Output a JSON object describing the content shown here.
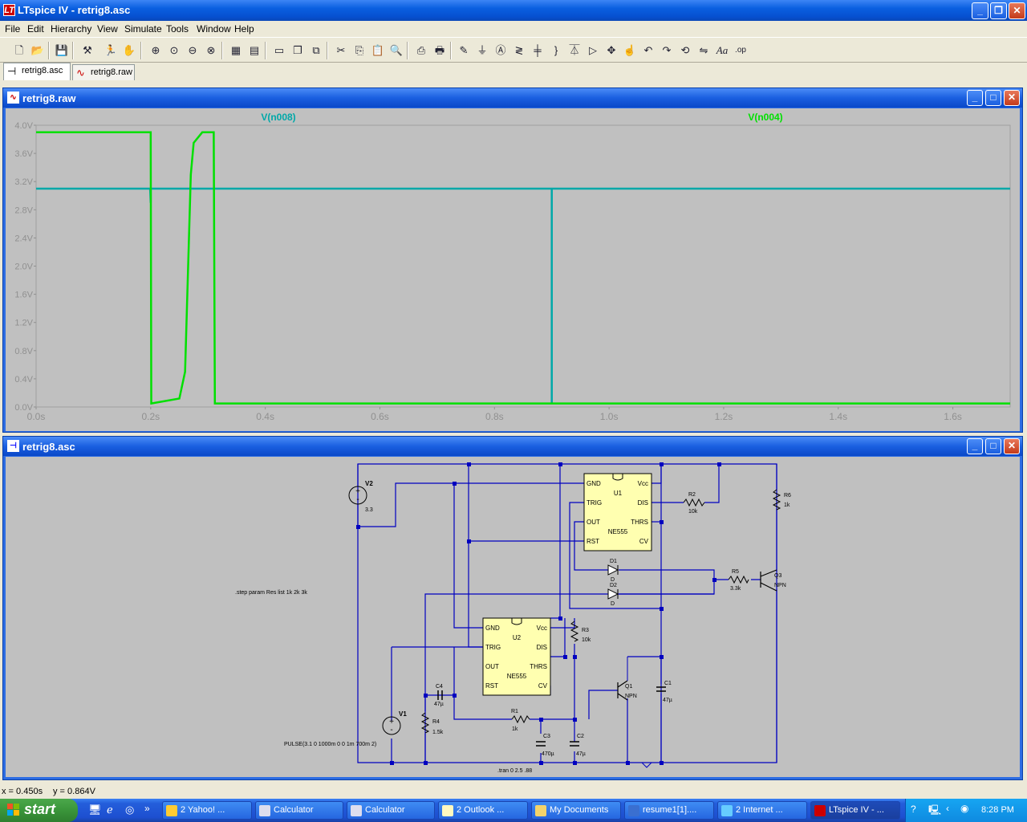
{
  "app": {
    "title": "LTspice IV - retrig8.asc",
    "icon": "ltspice-logo"
  },
  "menu": [
    "File",
    "Edit",
    "Hierarchy",
    "View",
    "Simulate",
    "Tools",
    "Window",
    "Help"
  ],
  "tabs": [
    {
      "label": "retrig8.asc",
      "icon": "schematic-icon",
      "active": true
    },
    {
      "label": "retrig8.raw",
      "icon": "waveform-icon",
      "active": false
    }
  ],
  "waveform_window": {
    "title": "retrig8.raw",
    "traces": [
      {
        "name": "V(n008)",
        "color": "#00a8a8"
      },
      {
        "name": "V(n004)",
        "color": "#00e000"
      }
    ],
    "y_ticks": [
      "4.0V",
      "3.6V",
      "3.2V",
      "2.8V",
      "2.4V",
      "2.0V",
      "1.6V",
      "1.2V",
      "0.8V",
      "0.4V",
      "0.0V"
    ],
    "x_ticks": [
      "0.0s",
      "0.2s",
      "0.4s",
      "0.6s",
      "0.8s",
      "1.0s",
      "1.2s",
      "1.4s",
      "1.6s"
    ]
  },
  "chart_data": {
    "type": "line",
    "xlim": [
      0,
      1.7
    ],
    "ylim": [
      0,
      4.0
    ],
    "grid": false,
    "series": [
      {
        "name": "V(n008)",
        "color": "#00a8a8",
        "x": [
          0,
          0.199,
          0.2,
          0.2,
          0.201,
          0.9,
          0.9,
          0.9,
          0.901,
          1.7
        ],
        "y": [
          3.1,
          3.1,
          2.9,
          3.1,
          3.1,
          3.1,
          0.05,
          3.1,
          3.1,
          3.1
        ]
      },
      {
        "name": "V(n004)",
        "color": "#00e000",
        "x": [
          0,
          0.2,
          0.201,
          0.25,
          0.26,
          0.27,
          0.275,
          0.29,
          0.31,
          0.312,
          1.7
        ],
        "y": [
          3.9,
          3.9,
          0.05,
          0.12,
          0.5,
          3.3,
          3.75,
          3.9,
          3.9,
          0.05,
          0.05
        ]
      }
    ]
  },
  "schematic_window": {
    "title": "retrig8.asc",
    "labels": {
      "v2": "V2",
      "v2_val": "3.3",
      "u1": "U1",
      "u1_type": "NE555",
      "u2": "U2",
      "u2_type": "NE555",
      "pin_gnd": "GND",
      "pin_vcc": "Vcc",
      "pin_trig": "TRIG",
      "pin_dis": "DIS",
      "pin_out": "OUT",
      "pin_thrs": "THRS",
      "pin_rst": "RST",
      "pin_cv": "CV",
      "r2": "R2",
      "r2_val": "10k",
      "r6": "R6",
      "r6_val": "1k",
      "r5": "R5",
      "r5_val": "3.3k",
      "q3": "Q3",
      "q3_type": "NPN",
      "d1": "D1",
      "d1_type": "D",
      "d2": "D2",
      "d2_type": "D",
      "r3": "R3",
      "r3_val": "10k",
      "q1": "Q1",
      "q1_type": "NPN",
      "c1": "C1",
      "c1_val": "47µ",
      "c4": "C4",
      "c4_val": "47µ",
      "v1": "V1",
      "r4": "R4",
      "r4_val": "1.5k",
      "r1": "R1",
      "r1_val": "1k",
      "c3": "C3",
      "c3_val": "470µ",
      "c2": "C2",
      "c2_val": "47µ",
      "step_directive": ".step param Res list 1k 2k 3k",
      "pulse": "PULSE(3.1 0 1000m 0 0 1m 700m 2)",
      "tran": ".tran 0 2.5 .88"
    }
  },
  "status": {
    "x": "x = 0.450s",
    "y": "y = 0.864V"
  },
  "taskbar": {
    "start": "start",
    "tasks": [
      {
        "label": "2 Yahoo! ..."
      },
      {
        "label": "Calculator"
      },
      {
        "label": "Calculator"
      },
      {
        "label": "2 Outlook ..."
      },
      {
        "label": "My Documents"
      },
      {
        "label": "resume1[1]...."
      },
      {
        "label": "2 Internet ..."
      },
      {
        "label": "LTspice IV - ..."
      }
    ],
    "clock": "8:28 PM"
  }
}
